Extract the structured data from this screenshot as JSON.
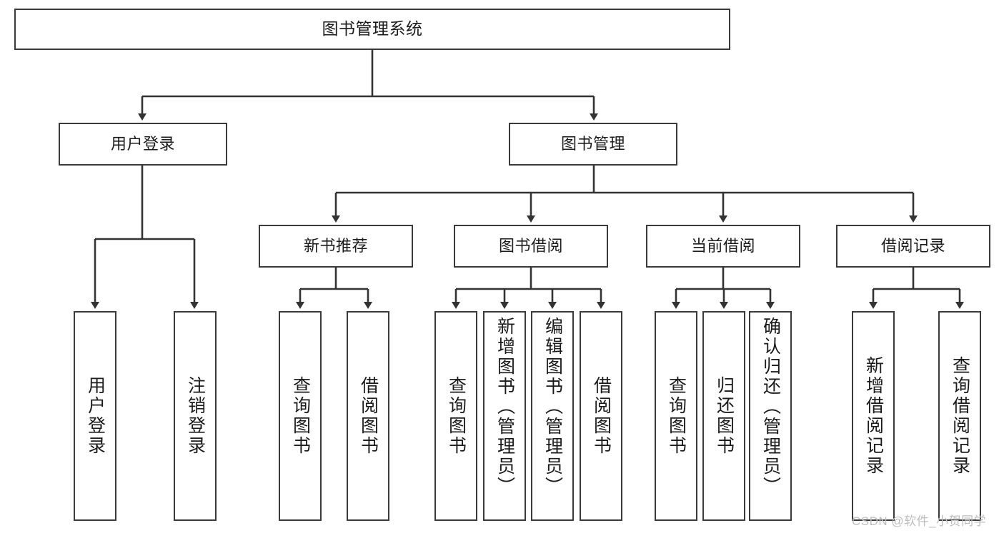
{
  "diagram": {
    "title": "图书管理系统",
    "type": "hierarchy-tree",
    "watermark": "CSDN @软件_小贺同学",
    "colors": {
      "box_border": "#3a3a3a",
      "box_fill": "#ffffff",
      "edge": "#333333",
      "text": "#1b1b1b",
      "watermark": "#bdbdbd",
      "background": "#ffffff"
    },
    "nodes": {
      "root": {
        "id": "root",
        "label": "图书管理系统",
        "level": 1
      },
      "level2": [
        {
          "id": "user-login",
          "label": "用户登录",
          "level": 2
        },
        {
          "id": "book-manage",
          "label": "图书管理",
          "level": 2
        }
      ],
      "level3": [
        {
          "id": "new-book-rec",
          "label": "新书推荐",
          "level": 3,
          "parent": "book-manage"
        },
        {
          "id": "book-borrow",
          "label": "图书借阅",
          "level": 3,
          "parent": "book-manage"
        },
        {
          "id": "current-borrow",
          "label": "当前借阅",
          "level": 3,
          "parent": "book-manage"
        },
        {
          "id": "borrow-record",
          "label": "借阅记录",
          "level": 3,
          "parent": "book-manage"
        }
      ],
      "leaves": [
        {
          "id": "leaf-user-login",
          "label": "用户登录",
          "parent": "user-login"
        },
        {
          "id": "leaf-user-logout",
          "label": "注销登录",
          "parent": "user-login"
        },
        {
          "id": "leaf-query-book-1",
          "label": "查询图书",
          "parent": "new-book-rec"
        },
        {
          "id": "leaf-borrow-book-1",
          "label": "借阅图书",
          "parent": "new-book-rec"
        },
        {
          "id": "leaf-query-book-2",
          "label": "查询图书",
          "parent": "book-borrow"
        },
        {
          "id": "leaf-add-book",
          "label": "新增图书（管理员）",
          "parent": "book-borrow"
        },
        {
          "id": "leaf-edit-book",
          "label": "编辑图书（管理员）",
          "parent": "book-borrow"
        },
        {
          "id": "leaf-borrow-book-2",
          "label": "借阅图书",
          "parent": "book-borrow"
        },
        {
          "id": "leaf-query-book-3",
          "label": "查询图书",
          "parent": "current-borrow"
        },
        {
          "id": "leaf-return-book",
          "label": "归还图书",
          "parent": "current-borrow"
        },
        {
          "id": "leaf-confirm-return",
          "label": "确认归还（管理员）",
          "parent": "current-borrow"
        },
        {
          "id": "leaf-add-record",
          "label": "新增借阅记录",
          "parent": "borrow-record"
        },
        {
          "id": "leaf-query-record",
          "label": "查询借阅记录",
          "parent": "borrow-record"
        }
      ]
    }
  }
}
